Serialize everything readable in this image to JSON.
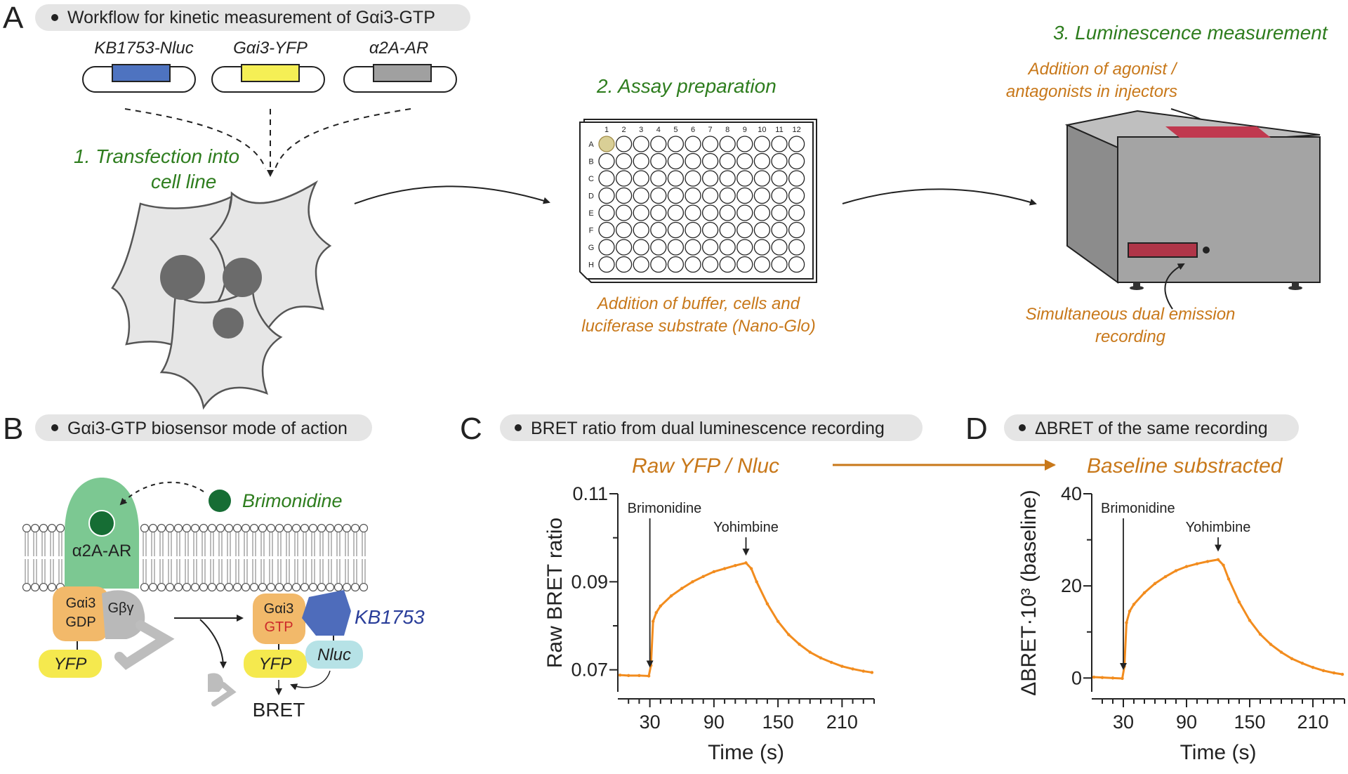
{
  "panelA": {
    "letter": "A",
    "pill": "Workflow for kinetic measurement of Gαi3-GTP",
    "plasmids": [
      "KB1753-Nluc",
      "Gαi3-YFP",
      "α2A-AR"
    ],
    "plasmid_colors": [
      "#4e73c0",
      "#f5ef55",
      "#a0a0a0"
    ],
    "step1_line1": "1. Transfection into",
    "step1_line2": "cell line",
    "step2": "2. Assay preparation",
    "step2_note_line1": "Addition of buffer, cells and",
    "step2_note_line2": "luciferase substrate (Nano-Glo)",
    "step3": "3. Luminescence measurement",
    "step3_note1_line1": "Addition of agonist /",
    "step3_note1_line2": "antagonists in injectors",
    "step3_note2_line1": "Simultaneous dual emission",
    "step3_note2_line2": "recording",
    "plate_cols": [
      "1",
      "2",
      "3",
      "4",
      "5",
      "6",
      "7",
      "8",
      "9",
      "10",
      "11",
      "12"
    ],
    "plate_rows": [
      "A",
      "B",
      "C",
      "D",
      "E",
      "F",
      "G",
      "H"
    ]
  },
  "panelB": {
    "letter": "B",
    "pill": "Gαi3-GTP biosensor mode of action",
    "agonist": "Brimonidine",
    "receptor": "α2A-AR",
    "galpha_top": "Gαi3",
    "galpha_gdp": "GDP",
    "gbg": "Gβγ",
    "galpha_gtp": "GTP",
    "yfp": "YFP",
    "nluc": "Nluc",
    "kb": "KB1753",
    "bret": "BRET"
  },
  "panelC": {
    "letter": "C",
    "pill": "BRET ratio from dual luminescence recording",
    "subtitle": "Raw YFP / Nluc"
  },
  "panelD": {
    "letter": "D",
    "pill": "ΔBRET of the same recording",
    "subtitle": "Baseline substracted"
  },
  "chart_data": [
    {
      "type": "scatter",
      "panel": "C",
      "xlabel": "Time (s)",
      "ylabel": "Raw BRET ratio",
      "xlim": [
        0,
        240
      ],
      "ylim": [
        0.065,
        0.11
      ],
      "xticks": [
        30,
        90,
        150,
        210
      ],
      "yticks": [
        0.07,
        0.09,
        0.11
      ],
      "annotations": [
        {
          "label": "Brimonidine",
          "x": 30
        },
        {
          "label": "Yohimbine",
          "x": 120
        }
      ],
      "color": "#f28c1e",
      "series_points": [
        [
          2,
          0.0688
        ],
        [
          10,
          0.0687
        ],
        [
          20,
          0.0687
        ],
        [
          29,
          0.0686
        ],
        [
          31,
          0.071
        ],
        [
          33,
          0.081
        ],
        [
          36,
          0.083
        ],
        [
          40,
          0.0845
        ],
        [
          50,
          0.0868
        ],
        [
          60,
          0.0885
        ],
        [
          70,
          0.09
        ],
        [
          80,
          0.0912
        ],
        [
          90,
          0.0923
        ],
        [
          100,
          0.093
        ],
        [
          110,
          0.0937
        ],
        [
          120,
          0.0943
        ],
        [
          125,
          0.093
        ],
        [
          130,
          0.09
        ],
        [
          140,
          0.085
        ],
        [
          150,
          0.081
        ],
        [
          160,
          0.078
        ],
        [
          170,
          0.0758
        ],
        [
          180,
          0.074
        ],
        [
          190,
          0.0727
        ],
        [
          200,
          0.0717
        ],
        [
          210,
          0.0708
        ],
        [
          220,
          0.0702
        ],
        [
          230,
          0.0697
        ],
        [
          238,
          0.0694
        ]
      ]
    },
    {
      "type": "scatter",
      "panel": "D",
      "xlabel": "Time (s)",
      "ylabel": "ΔBRET·10³ (baseline)",
      "xlim": [
        0,
        240
      ],
      "ylim": [
        -3,
        40
      ],
      "xticks": [
        30,
        90,
        150,
        210
      ],
      "yticks": [
        0,
        20,
        40
      ],
      "annotations": [
        {
          "label": "Brimonidine",
          "x": 30
        },
        {
          "label": "Yohimbine",
          "x": 120
        }
      ],
      "color": "#f28c1e",
      "series_points": [
        [
          2,
          0.2
        ],
        [
          10,
          0.1
        ],
        [
          20,
          0.0
        ],
        [
          29,
          -0.1
        ],
        [
          31,
          2.5
        ],
        [
          33,
          12
        ],
        [
          36,
          14.5
        ],
        [
          40,
          16
        ],
        [
          50,
          18.5
        ],
        [
          60,
          20.5
        ],
        [
          70,
          22
        ],
        [
          80,
          23.3
        ],
        [
          90,
          24.2
        ],
        [
          100,
          24.8
        ],
        [
          110,
          25.3
        ],
        [
          120,
          25.7
        ],
        [
          125,
          24.5
        ],
        [
          130,
          21.5
        ],
        [
          140,
          16.5
        ],
        [
          150,
          12.5
        ],
        [
          160,
          9.5
        ],
        [
          170,
          7.3
        ],
        [
          180,
          5.6
        ],
        [
          190,
          4.2
        ],
        [
          200,
          3.2
        ],
        [
          210,
          2.3
        ],
        [
          220,
          1.6
        ],
        [
          230,
          1.1
        ],
        [
          238,
          0.8
        ]
      ]
    }
  ]
}
